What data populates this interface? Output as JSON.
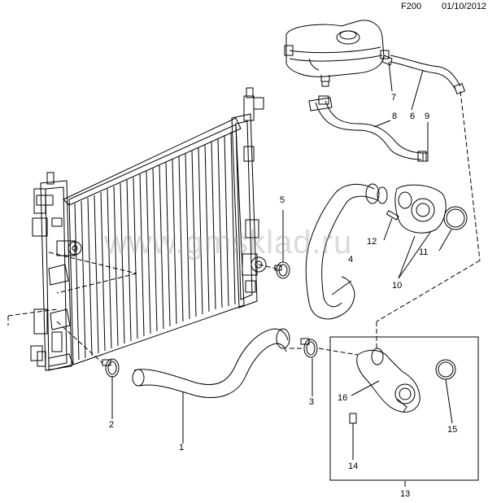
{
  "header": {
    "code": "F200",
    "date": "01/10/2012"
  },
  "watermark": "www.gmsklad.ru",
  "callouts": {
    "c1": "1",
    "c2": "2",
    "c3": "3",
    "c4": "4",
    "c5": "5",
    "c6": "6",
    "c7": "7",
    "c8": "8",
    "c9": "9",
    "c10": "10",
    "c11": "11",
    "c12": "12",
    "c13": "13",
    "c14": "14",
    "c15": "15",
    "c16": "16"
  }
}
